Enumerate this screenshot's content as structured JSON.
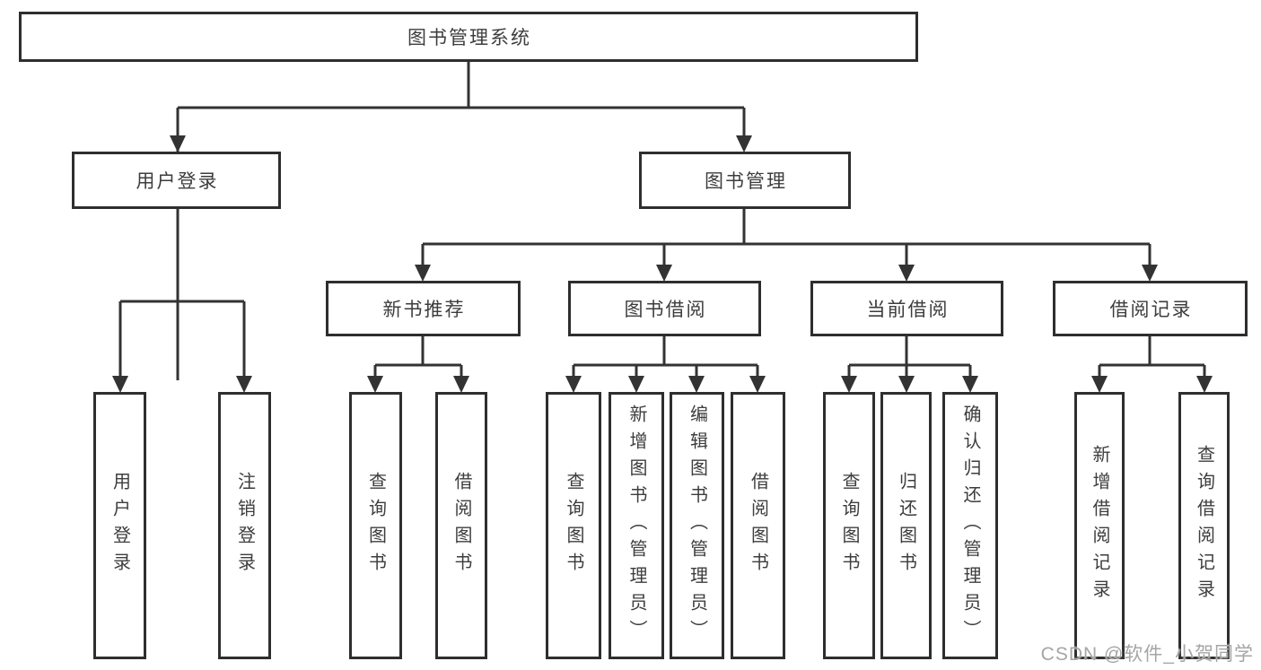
{
  "diagram": {
    "title": "图书管理系统",
    "branches": [
      {
        "label": "用户登录",
        "children": [
          "用户登录",
          "注销登录"
        ]
      },
      {
        "label": "图书管理",
        "children": [
          {
            "label": "新书推荐",
            "children": [
              "查询图书",
              "借阅图书"
            ]
          },
          {
            "label": "图书借阅",
            "children": [
              "查询图书",
              "新增图书（管理员）",
              "编辑图书（管理员）",
              "借阅图书"
            ]
          },
          {
            "label": "当前借阅",
            "children": [
              "查询图书",
              "归还图书",
              "确认归还（管理员）"
            ]
          },
          {
            "label": "借阅记录",
            "children": [
              "新增借阅记录",
              "查询借阅记录"
            ]
          }
        ]
      }
    ]
  },
  "watermark": {
    "text": "CSDN @软件_小贺同学"
  },
  "colors": {
    "background": "#ffffff",
    "box_border": "#2e2e2e",
    "connector_line": "#333333",
    "text": "#3d3d3d",
    "watermark": "#a5a5a5"
  }
}
